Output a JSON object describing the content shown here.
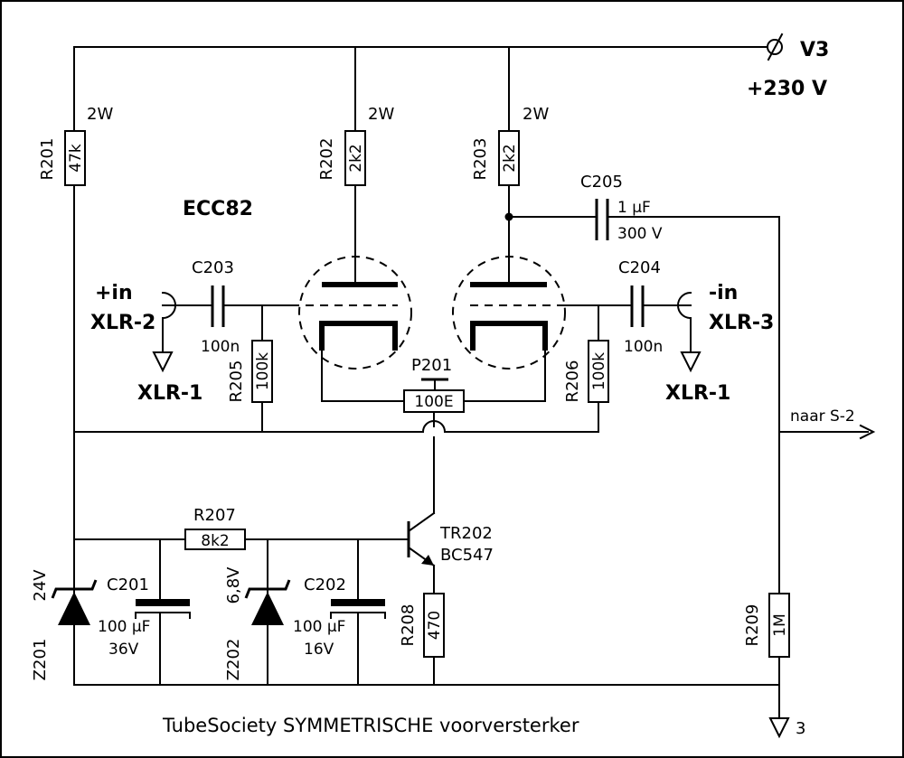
{
  "supply": {
    "node": "V3",
    "voltage": "+230 V"
  },
  "tube": {
    "type": "ECC82"
  },
  "inputs": {
    "plus": {
      "label": "+in",
      "pin": "XLR-2",
      "ground": "XLR-1"
    },
    "minus": {
      "label": "-in",
      "pin": "XLR-3",
      "ground": "XLR-1"
    }
  },
  "output": {
    "label": "naar S-2"
  },
  "ground_node": {
    "label": "3"
  },
  "resistors": {
    "r201": {
      "ref": "R201",
      "value": "47k",
      "power": "2W"
    },
    "r202": {
      "ref": "R202",
      "value": "2k2",
      "power": "2W"
    },
    "r203": {
      "ref": "R203",
      "value": "2k2",
      "power": "2W"
    },
    "r205": {
      "ref": "R205",
      "value": "100k"
    },
    "r206": {
      "ref": "R206",
      "value": "100k"
    },
    "r207": {
      "ref": "R207",
      "value": "8k2"
    },
    "r208": {
      "ref": "R208",
      "value": "470"
    },
    "r209": {
      "ref": "R209",
      "value": "1M"
    }
  },
  "pot": {
    "ref": "P201",
    "value": "100E"
  },
  "capacitors": {
    "c201": {
      "ref": "C201",
      "value": "100 µF",
      "voltage": "36V"
    },
    "c202": {
      "ref": "C202",
      "value": "100 µF",
      "voltage": "16V"
    },
    "c203": {
      "ref": "C203",
      "value": "100n"
    },
    "c204": {
      "ref": "C204",
      "value": "100n"
    },
    "c205": {
      "ref": "C205",
      "value": "1 µF",
      "voltage": "300 V"
    }
  },
  "zeners": {
    "z201": {
      "ref": "Z201",
      "value": "24V"
    },
    "z202": {
      "ref": "Z202",
      "value": "6,8V"
    }
  },
  "transistor": {
    "ref": "TR202",
    "type": "BC547"
  },
  "title": "TubeSociety  SYMMETRISCHE voorversterker"
}
